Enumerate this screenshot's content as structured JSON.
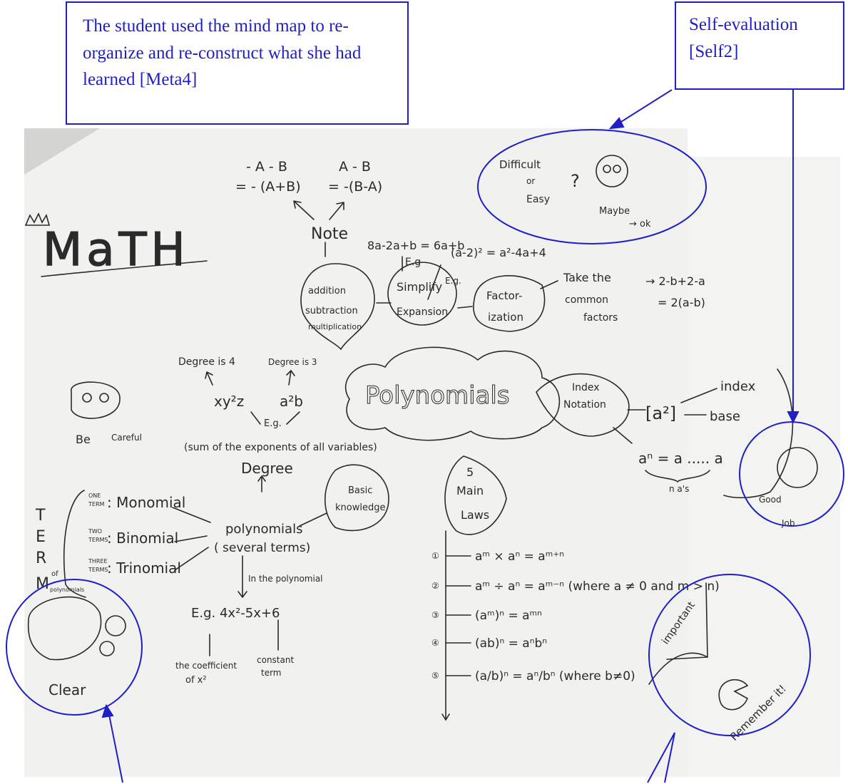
{
  "callouts": {
    "meta": "The student used the mind map to re-organize and re-construct what she had learned [Meta4]",
    "self": "Self-evaluation [Self2]"
  },
  "mindmap": {
    "title": "MaTH",
    "center": "Polynomials",
    "note": {
      "label": "Note",
      "ex1_top": "- A - B",
      "ex1_bottom": "= - (A+B)",
      "ex2_top": "A - B",
      "ex2_bottom": "= -(B-A)"
    },
    "operations": {
      "addition": [
        "addition",
        "subtraction",
        "multiplication"
      ],
      "simplify": [
        "Simplify",
        "Expansion"
      ],
      "eg": "E.g",
      "eg2": "E.g.",
      "simplify_example": "8a-2a+b = 6a+b",
      "expansion_example": "(a-2)² = a²-4a+4",
      "factor": [
        "Factor-",
        "ization"
      ],
      "take_common": [
        "Take the",
        "common",
        "factors"
      ],
      "factor_example_1": "→ 2-b+2-a",
      "factor_example_2": "= 2(a-b)"
    },
    "self_eval": {
      "difficult": "Difficult",
      "or": "or",
      "easy": "Easy",
      "question": "?",
      "maybe": "Maybe",
      "ok": "→ ok"
    },
    "degree": {
      "deg4": "Degree is 4",
      "deg3": "Degree is 3",
      "xy2z": "xy²z",
      "a2b": "a²b",
      "eg": "E.g.",
      "note": "(sum of the exponents of all variables)",
      "label": "Degree"
    },
    "careful": [
      "Be",
      "Careful"
    ],
    "index": {
      "bubble": [
        "Index",
        "Notation"
      ],
      "expr": "[a²]",
      "index": "index",
      "base": "base",
      "power": "aⁿ = a ..... a",
      "count": "n a's"
    },
    "main_laws": {
      "bubble": [
        "5",
        "Main",
        "Laws"
      ],
      "laws": [
        "aᵐ × aⁿ = aᵐ⁺ⁿ",
        "aᵐ ÷ aⁿ = aᵐ⁻ⁿ  (where a ≠ 0 and m > n)",
        "(aᵐ)ⁿ = aᵐⁿ",
        "(ab)ⁿ = aⁿbⁿ",
        "(a/b)ⁿ = aⁿ/bⁿ  (where b≠0)"
      ],
      "numbers": [
        "①",
        "②",
        "③",
        "④",
        "⑤"
      ]
    },
    "basic_knowledge": [
      "Basic",
      "knowledge"
    ],
    "term": {
      "letters": [
        "T",
        "E",
        "R",
        "M"
      ],
      "of": "of",
      "poly": "polynomials",
      "one": [
        "ONE",
        "TERM"
      ],
      "two": [
        "TWO",
        "TERMS"
      ],
      "three": [
        "THREE",
        "TERMS"
      ],
      "mono": ": Monomial",
      "bino": ": Binomial",
      "trino": ": Trinomial"
    },
    "polynomials_node": [
      "polynomials",
      "( several terms)"
    ],
    "in_poly": "In the polynomial",
    "example": "E.g. 4x²-5x+6",
    "coefficient": [
      "the coefficient",
      "of x²"
    ],
    "constant": [
      "constant",
      "term"
    ],
    "clear": "Clear",
    "good_job": [
      "Good",
      "Job"
    ],
    "important": "important",
    "remember": "Remember it!"
  },
  "colors": {
    "callout": "#1f1fc8",
    "ink": "#2a2a2a",
    "paper": "#f1f1ef"
  }
}
